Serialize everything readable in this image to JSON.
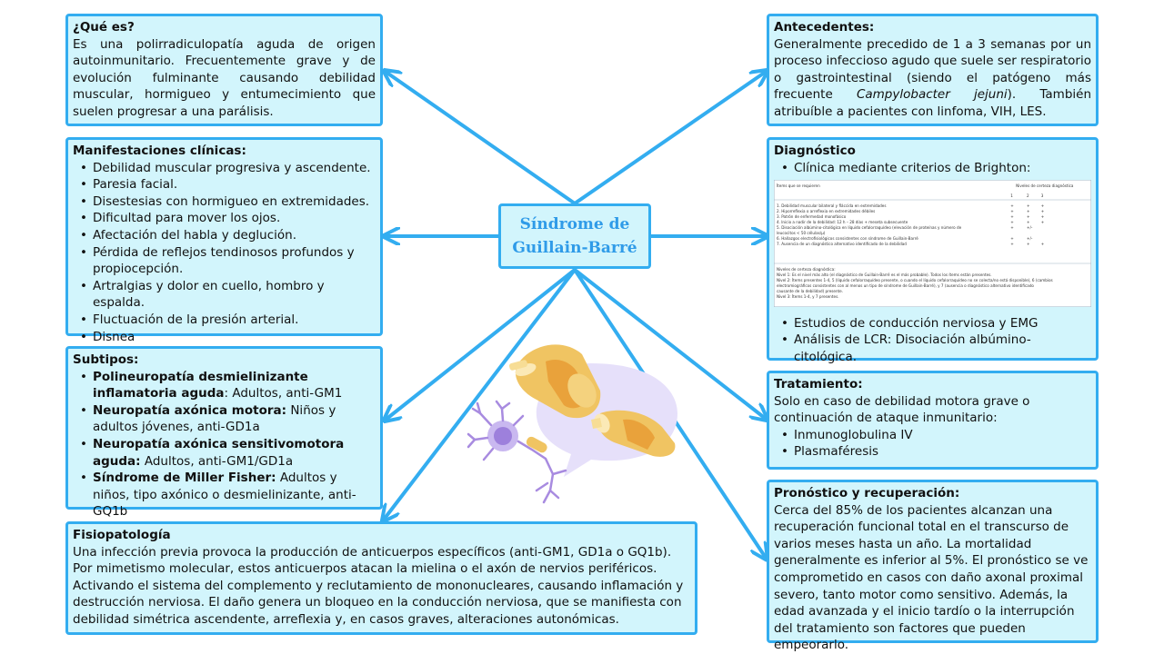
{
  "center": {
    "line1": "Síndrome de",
    "line2": "Guillain-Barré"
  },
  "que_es": {
    "title": "¿Qué es?",
    "text": "Es una polirradiculopatía aguda de origen autoinmunitario. Frecuentemente grave y de evolución fulminante causando debilidad muscular, hormigueo y entumecimiento que suelen progresar a una parálisis."
  },
  "manifestaciones": {
    "title": "Manifestaciones clínicas:",
    "items": [
      "Debilidad muscular progresiva y ascendente.",
      "Paresia facial.",
      "Disestesias con hormigueo en extremidades.",
      "Dificultad para mover los ojos.",
      "Afectación del habla y deglución.",
      "Pérdida de reflejos tendinosos profundos y propiocepción.",
      "Artralgias y dolor en cuello, hombro y espalda.",
      "Fluctuación de la presión arterial.",
      "Disnea"
    ]
  },
  "subtipos": {
    "title": "Subtipos:",
    "items": [
      {
        "bold": "Polineuropatía desmielinizante inflamatoria aguda",
        "rest": ": Adultos, anti-GM1"
      },
      {
        "bold": "Neuropatía axónica motora:",
        "rest": " Niños y adultos jóvenes, anti-GD1a"
      },
      {
        "bold": "Neuropatía axónica sensitivomotora aguda:",
        "rest": " Adultos, anti-GM1/GD1a"
      },
      {
        "bold": "Síndrome de Miller Fisher:",
        "rest": " Adultos y niños, tipo axónico o desmielinizante, anti-GQ1b"
      }
    ]
  },
  "fisiopatologia": {
    "title": "Fisiopatología",
    "text": "Una infección previa provoca la producción de anticuerpos específicos (anti-GM1, GD1a o GQ1b). Por mimetismo molecular, estos anticuerpos atacan la mielina o el axón de nervios periféricos. Activando el sistema del complemento y reclutamiento de mononucleares, causando inflamación y destrucción nerviosa. El daño genera un bloqueo en la conducción nerviosa, que se manifiesta con debilidad simétrica ascendente, arreflexia y, en casos graves, alteraciones autonómicas."
  },
  "antecedentes": {
    "title": "Antecedentes:",
    "text_before": "Generalmente precedido de 1 a 3 semanas por un proceso infeccioso agudo que suele ser respiratorio o gastrointestinal (siendo el patógeno más frecuente ",
    "italic": "Campylobacter jejuni",
    "text_after": "). También atribuíble a pacientes con linfoma, VIH, LES."
  },
  "diagnostico": {
    "title": "Diagnóstico",
    "item1": "Clínica mediante criterios de Brighton:",
    "items_after": [
      "Estudios de conducción nerviosa y EMG",
      "Análisis de LCR: Disociación albúmino-citológica."
    ],
    "table": {
      "col_header_left": "Ítems que se requieren",
      "col_header_right": "Niveles de certeza diagnóstica",
      "levels": [
        "1",
        "2",
        "3"
      ],
      "rows": [
        {
          "text": "1. Debilidad muscular bilateral y fláccida en extremidades",
          "marks": [
            "+",
            "+",
            "+"
          ]
        },
        {
          "text": "2. Hiporreflexia o arreflexia en extremidades débiles",
          "marks": [
            "+",
            "+",
            "+"
          ]
        },
        {
          "text": "3. Patrón de enfermedad monofásico",
          "marks": [
            "+",
            "+",
            "+"
          ]
        },
        {
          "text": "4. Inicio a nadir de la debilidad: 12 h – 28 días + meseta subsecuente",
          "marks": [
            "+",
            "+",
            "+"
          ]
        },
        {
          "text": "5. Disociación albúmino-citológica en líquido cefalorraquídeo (elevación de proteínas y número de",
          "marks": [
            "+",
            "+/-",
            ""
          ]
        },
        {
          "text": "leucocitos < 50 células/μ)",
          "marks": [
            "",
            "",
            ""
          ]
        },
        {
          "text": "6. Hallazgos electrofisiológicos consistentes con síndrome de Guillain-Barré",
          "marks": [
            "+",
            "+/-",
            ""
          ]
        },
        {
          "text": "7. Ausencia de un diagnóstico alternativo identificado de la debilidad",
          "marks": [
            "+",
            "+",
            "+"
          ]
        }
      ],
      "notes_title": "Niveles de certeza diagnóstica:",
      "notes": [
        "Nivel 1: Es el nivel más alto (el diagnóstico de Guillain-Barré es el más probable). Todos los ítems están presentes.",
        "Nivel 2: Ítems presentes 1-4, 5 (líquido cefalorraquídeo presente, o cuando el líquido cefalorraquídeo no se colecta/no está disponible), 6 (cambios",
        "electromiográficos consistentes con al menos un tipo de síndrome de Guillain-Barré), y 7 (ausencia o diagnóstico alternativo identificado",
        "causante de la debilidad) presente.",
        "Nivel 3: Ítems 1-4, y 7 presentes."
      ]
    }
  },
  "tratamiento": {
    "title": "Tratamiento:",
    "text": "Solo en caso de debilidad motora grave o continuación de ataque inmunitario:",
    "items": [
      "Inmunoglobulina IV",
      "Plasmaféresis"
    ]
  },
  "pronostico": {
    "title": "Pronóstico y recuperación:",
    "text": "Cerca del 85% de los pacientes alcanzan una recuperación funcional total en el transcurso de varios meses hasta un año. La mortalidad generalmente es inferior al 5%. El pronóstico se ve comprometido en casos con daño axonal proximal severo, tanto motor como sensitivo. Además, la edad avanzada y el inicio tardío o la interrupción del tratamiento son factores que pueden empeorarlo."
  },
  "colors": {
    "accent": "#33adf0",
    "box_fill": "#d2f5fc",
    "title_text": "#2f9be8",
    "nerve": "#f0c462",
    "neuron": "#a88be0",
    "bubble": "#e6e0fa"
  }
}
